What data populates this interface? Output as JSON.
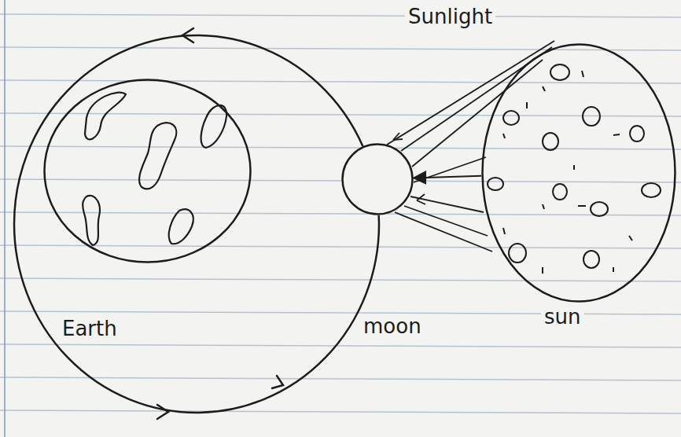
{
  "diagram": {
    "nodes": [
      {
        "text": [
          "Earth"
        ]
      },
      {
        "text": [
          "moon"
        ]
      },
      {
        "text": [
          "sun"
        ]
      }
    ],
    "edges": [
      {
        "from": 2,
        "to": 1,
        "arrow": "to"
      }
    ],
    "labels": [
      "Sunlight"
    ]
  }
}
